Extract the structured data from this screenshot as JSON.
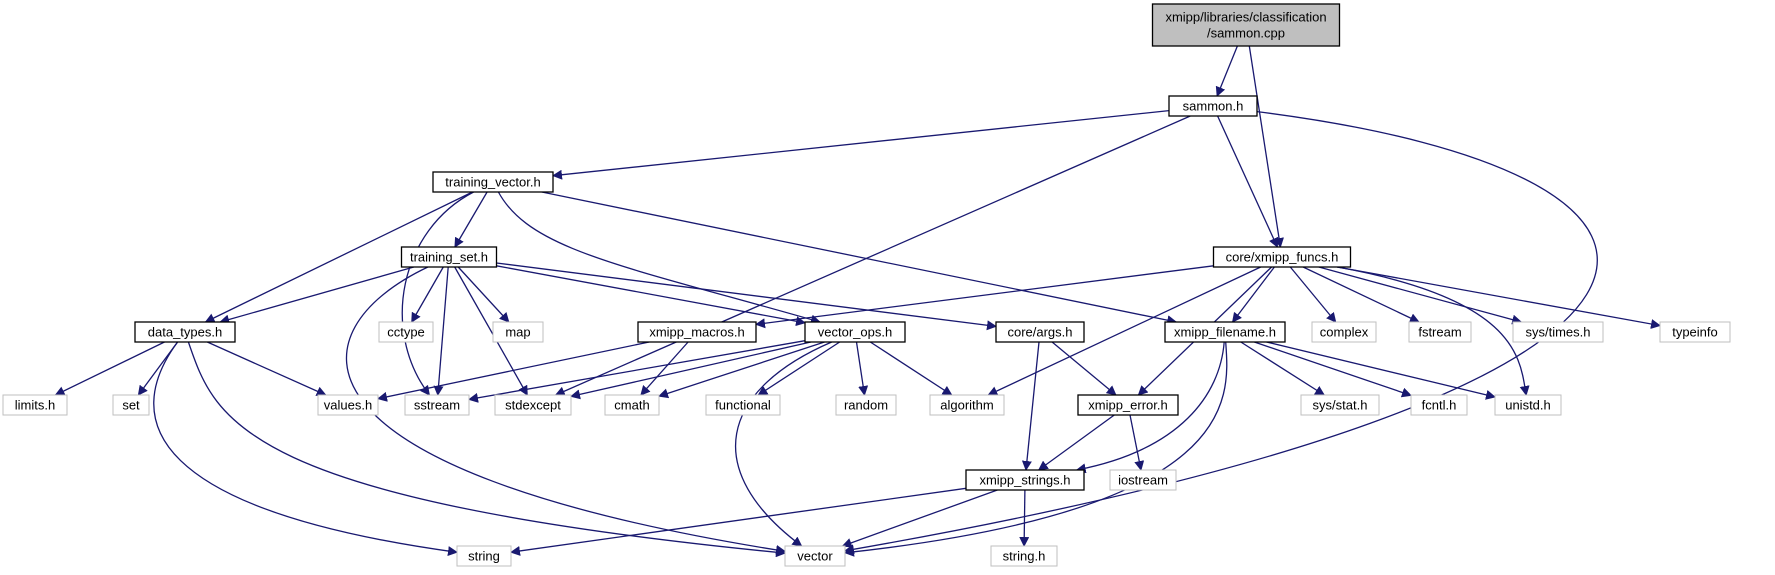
{
  "graph": {
    "colors": {
      "edge": "#191970",
      "project_border": "#000000",
      "system_border": "#bfbfbf",
      "root_fill": "#bfbfbf",
      "node_fill": "#ffffff",
      "text": "#000000"
    },
    "nodes": [
      {
        "id": "sammon_cpp",
        "lines": [
          "xmipp/libraries/classification",
          "/sammon.cpp"
        ],
        "kind": "root"
      },
      {
        "id": "sammon_h",
        "lines": [
          "sammon.h"
        ],
        "kind": "project"
      },
      {
        "id": "training_vector_h",
        "lines": [
          "training_vector.h"
        ],
        "kind": "project"
      },
      {
        "id": "core_xmipp_funcs_h",
        "lines": [
          "core/xmipp_funcs.h"
        ],
        "kind": "project"
      },
      {
        "id": "training_set_h",
        "lines": [
          "training_set.h"
        ],
        "kind": "project"
      },
      {
        "id": "data_types_h",
        "lines": [
          "data_types.h"
        ],
        "kind": "project"
      },
      {
        "id": "cctype",
        "lines": [
          "cctype"
        ],
        "kind": "system"
      },
      {
        "id": "map",
        "lines": [
          "map"
        ],
        "kind": "system"
      },
      {
        "id": "xmipp_macros_h",
        "lines": [
          "xmipp_macros.h"
        ],
        "kind": "project"
      },
      {
        "id": "vector_ops_h",
        "lines": [
          "vector_ops.h"
        ],
        "kind": "project"
      },
      {
        "id": "core_args_h",
        "lines": [
          "core/args.h"
        ],
        "kind": "project"
      },
      {
        "id": "xmipp_filename_h",
        "lines": [
          "xmipp_filename.h"
        ],
        "kind": "project"
      },
      {
        "id": "complex",
        "lines": [
          "complex"
        ],
        "kind": "system"
      },
      {
        "id": "fstream",
        "lines": [
          "fstream"
        ],
        "kind": "system"
      },
      {
        "id": "sys_times_h",
        "lines": [
          "sys/times.h"
        ],
        "kind": "system"
      },
      {
        "id": "typeinfo",
        "lines": [
          "typeinfo"
        ],
        "kind": "system"
      },
      {
        "id": "limits_h",
        "lines": [
          "limits.h"
        ],
        "kind": "system"
      },
      {
        "id": "set",
        "lines": [
          "set"
        ],
        "kind": "system"
      },
      {
        "id": "values_h",
        "lines": [
          "values.h"
        ],
        "kind": "system"
      },
      {
        "id": "sstream",
        "lines": [
          "sstream"
        ],
        "kind": "system"
      },
      {
        "id": "stdexcept",
        "lines": [
          "stdexcept"
        ],
        "kind": "system"
      },
      {
        "id": "cmath",
        "lines": [
          "cmath"
        ],
        "kind": "system"
      },
      {
        "id": "functional",
        "lines": [
          "functional"
        ],
        "kind": "system"
      },
      {
        "id": "random",
        "lines": [
          "random"
        ],
        "kind": "system"
      },
      {
        "id": "algorithm",
        "lines": [
          "algorithm"
        ],
        "kind": "system"
      },
      {
        "id": "xmipp_error_h",
        "lines": [
          "xmipp_error.h"
        ],
        "kind": "project"
      },
      {
        "id": "sys_stat_h",
        "lines": [
          "sys/stat.h"
        ],
        "kind": "system"
      },
      {
        "id": "fcntl_h",
        "lines": [
          "fcntl.h"
        ],
        "kind": "system"
      },
      {
        "id": "unistd_h",
        "lines": [
          "unistd.h"
        ],
        "kind": "system"
      },
      {
        "id": "iostream",
        "lines": [
          "iostream"
        ],
        "kind": "system"
      },
      {
        "id": "xmipp_strings_h",
        "lines": [
          "xmipp_strings.h"
        ],
        "kind": "project"
      },
      {
        "id": "string",
        "lines": [
          "string"
        ],
        "kind": "system"
      },
      {
        "id": "vector",
        "lines": [
          "vector"
        ],
        "kind": "system"
      },
      {
        "id": "string_h",
        "lines": [
          "string.h"
        ],
        "kind": "system"
      }
    ],
    "edges": [
      {
        "from": "sammon_cpp",
        "to": "sammon_h"
      },
      {
        "from": "sammon_cpp",
        "to": "core_xmipp_funcs_h"
      },
      {
        "from": "sammon_h",
        "to": "training_vector_h"
      },
      {
        "from": "sammon_h",
        "to": "core_xmipp_funcs_h"
      },
      {
        "from": "sammon_h",
        "to": "stdexcept"
      },
      {
        "from": "sammon_h",
        "to": "vector"
      },
      {
        "from": "training_vector_h",
        "to": "training_set_h"
      },
      {
        "from": "training_vector_h",
        "to": "data_types_h"
      },
      {
        "from": "training_vector_h",
        "to": "sstream"
      },
      {
        "from": "training_vector_h",
        "to": "vector_ops_h"
      },
      {
        "from": "training_vector_h",
        "to": "xmipp_filename_h"
      },
      {
        "from": "training_set_h",
        "to": "data_types_h"
      },
      {
        "from": "training_set_h",
        "to": "cctype"
      },
      {
        "from": "training_set_h",
        "to": "map"
      },
      {
        "from": "training_set_h",
        "to": "sstream"
      },
      {
        "from": "training_set_h",
        "to": "stdexcept"
      },
      {
        "from": "training_set_h",
        "to": "vector"
      },
      {
        "from": "training_set_h",
        "to": "vector_ops_h"
      },
      {
        "from": "training_set_h",
        "to": "core_args_h"
      },
      {
        "from": "core_xmipp_funcs_h",
        "to": "xmipp_macros_h"
      },
      {
        "from": "core_xmipp_funcs_h",
        "to": "algorithm"
      },
      {
        "from": "core_xmipp_funcs_h",
        "to": "xmipp_error_h"
      },
      {
        "from": "core_xmipp_funcs_h",
        "to": "xmipp_filename_h"
      },
      {
        "from": "core_xmipp_funcs_h",
        "to": "complex"
      },
      {
        "from": "core_xmipp_funcs_h",
        "to": "fstream"
      },
      {
        "from": "core_xmipp_funcs_h",
        "to": "sys_times_h"
      },
      {
        "from": "core_xmipp_funcs_h",
        "to": "typeinfo"
      },
      {
        "from": "core_xmipp_funcs_h",
        "to": "unistd_h"
      },
      {
        "from": "data_types_h",
        "to": "limits_h"
      },
      {
        "from": "data_types_h",
        "to": "set"
      },
      {
        "from": "data_types_h",
        "to": "values_h"
      },
      {
        "from": "data_types_h",
        "to": "string"
      },
      {
        "from": "data_types_h",
        "to": "vector"
      },
      {
        "from": "xmipp_macros_h",
        "to": "values_h"
      },
      {
        "from": "xmipp_macros_h",
        "to": "cmath"
      },
      {
        "from": "vector_ops_h",
        "to": "sstream"
      },
      {
        "from": "vector_ops_h",
        "to": "stdexcept"
      },
      {
        "from": "vector_ops_h",
        "to": "cmath"
      },
      {
        "from": "vector_ops_h",
        "to": "functional"
      },
      {
        "from": "vector_ops_h",
        "to": "random"
      },
      {
        "from": "vector_ops_h",
        "to": "algorithm"
      },
      {
        "from": "vector_ops_h",
        "to": "vector"
      },
      {
        "from": "core_args_h",
        "to": "xmipp_error_h"
      },
      {
        "from": "core_args_h",
        "to": "xmipp_strings_h"
      },
      {
        "from": "xmipp_filename_h",
        "to": "xmipp_strings_h"
      },
      {
        "from": "xmipp_filename_h",
        "to": "sys_stat_h"
      },
      {
        "from": "xmipp_filename_h",
        "to": "fcntl_h"
      },
      {
        "from": "xmipp_filename_h",
        "to": "unistd_h"
      },
      {
        "from": "xmipp_filename_h",
        "to": "vector"
      },
      {
        "from": "xmipp_error_h",
        "to": "xmipp_strings_h"
      },
      {
        "from": "xmipp_error_h",
        "to": "iostream"
      },
      {
        "from": "xmipp_strings_h",
        "to": "string"
      },
      {
        "from": "xmipp_strings_h",
        "to": "vector"
      },
      {
        "from": "xmipp_strings_h",
        "to": "string_h"
      }
    ]
  }
}
